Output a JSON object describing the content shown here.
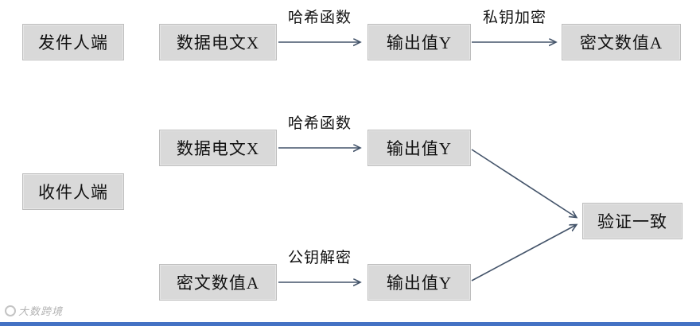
{
  "diagram": {
    "title_hint": "digital-signature-verification-flow",
    "nodes": {
      "sender_side": "发件人端",
      "sender_data": "数据电文X",
      "sender_output": "输出值Y",
      "sender_cipher": "密文数值A",
      "receiver_side": "收件人端",
      "receiver_data": "数据电文X",
      "receiver_output_top": "输出值Y",
      "receiver_cipher": "密文数值A",
      "receiver_output_bottom": "输出值Y",
      "verify": "验证一致"
    },
    "edge_labels": {
      "hash_top": "哈希函数",
      "private_encrypt": "私钥加密",
      "hash_bottom": "哈希函数",
      "public_decrypt": "公钥解密"
    },
    "watermark": "大数跨境",
    "colors": {
      "box_fill": "#d9d9d9",
      "box_border": "#bdbdbd",
      "arrow": "#44546a",
      "bottom_bar": "#4472c4",
      "background": "#ffffff"
    }
  }
}
